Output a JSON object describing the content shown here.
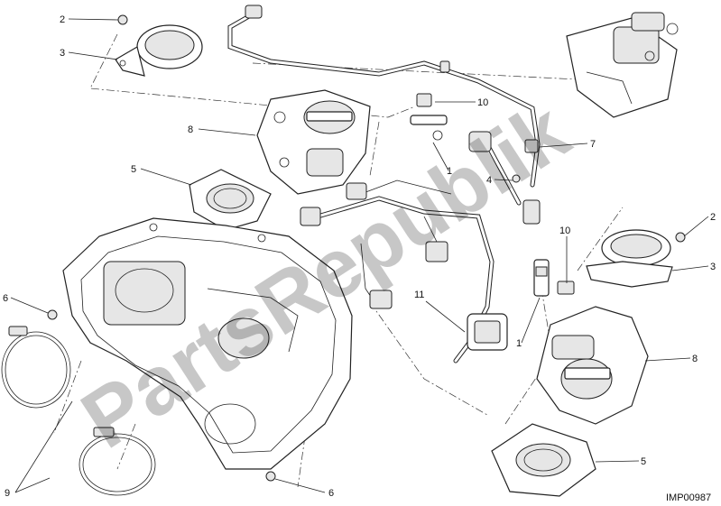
{
  "drawing_code": "IMP00987",
  "watermark": "PartsRepublik",
  "callouts": {
    "c2_left": "2",
    "c3_left": "3",
    "c8_left": "8",
    "c5_left": "5",
    "c6_left": "6",
    "c9": "9",
    "c6_bottom": "6",
    "c10_top": "10",
    "c1_center": "1",
    "c4": "4",
    "c7": "7",
    "c11": "11",
    "c1_lower": "1",
    "c10_right": "10",
    "c2_right": "2",
    "c3_right": "3",
    "c8_right": "8",
    "c5_right": "5"
  }
}
